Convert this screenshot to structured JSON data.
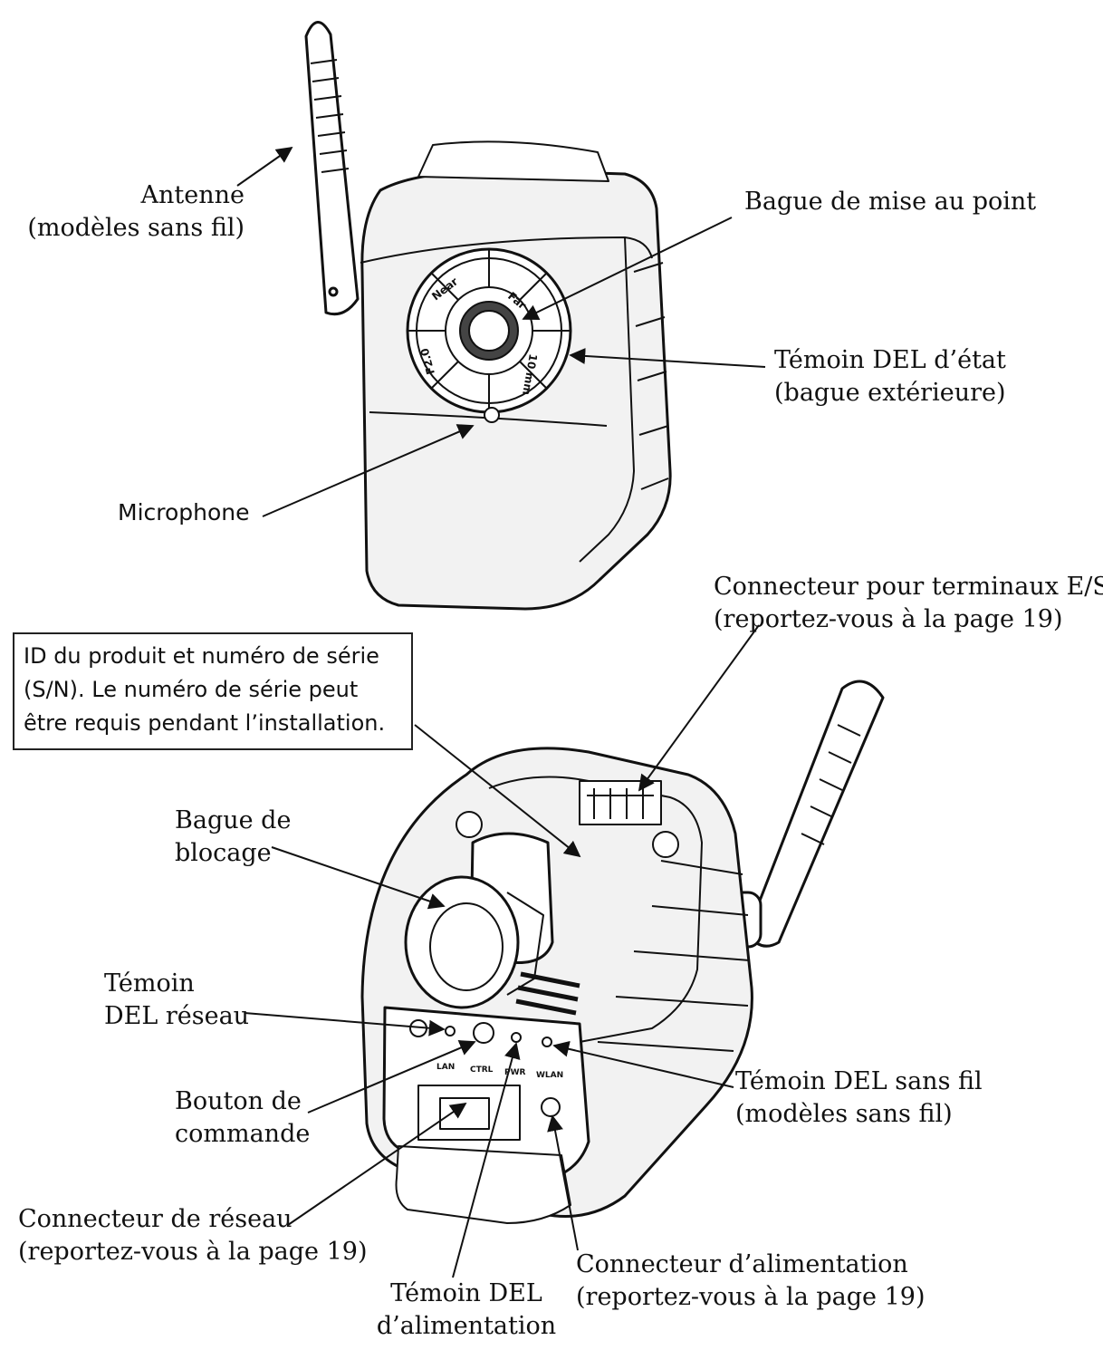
{
  "labels": {
    "antenne": [
      "Antenne",
      "(modèles sans fil)"
    ],
    "bague_mise_au_point": [
      "Bague de mise au point"
    ],
    "temoin_etat": [
      "Témoin DEL d’état",
      "(bague extérieure)"
    ],
    "microphone": [
      "Microphone"
    ],
    "connecteur_es": [
      "Connecteur pour terminaux E/S",
      "(reportez-vous à la page 19)"
    ],
    "id_produit": [
      "ID du produit et numéro de série",
      "(S/N).  Le numéro de série peut",
      "être requis pendant l’installation."
    ],
    "bague_blocage": [
      "Bague de",
      "blocage"
    ],
    "temoin_reseau": [
      "Témoin",
      "DEL réseau"
    ],
    "bouton_commande": [
      "Bouton de",
      "commande"
    ],
    "temoin_sans_fil": [
      "Témoin DEL sans fil",
      "(modèles sans fil)"
    ],
    "connecteur_reseau": [
      "Connecteur de réseau",
      "(reportez-vous à la page 19)"
    ],
    "temoin_alimentation": [
      "Témoin DEL",
      "d’alimentation"
    ],
    "connecteur_alimentation": [
      "Connecteur d’alimentation",
      "(reportez-vous à la page 19)"
    ]
  },
  "lens_markings": [
    "Near",
    "Far",
    "F2.0",
    "10 mm"
  ],
  "port_labels": [
    "LAN",
    "CTRL",
    "PWR",
    "WLAN"
  ],
  "colors": {
    "ink": "#111111",
    "paper": "#ffffff",
    "device_shade": "#f2f2f2"
  }
}
